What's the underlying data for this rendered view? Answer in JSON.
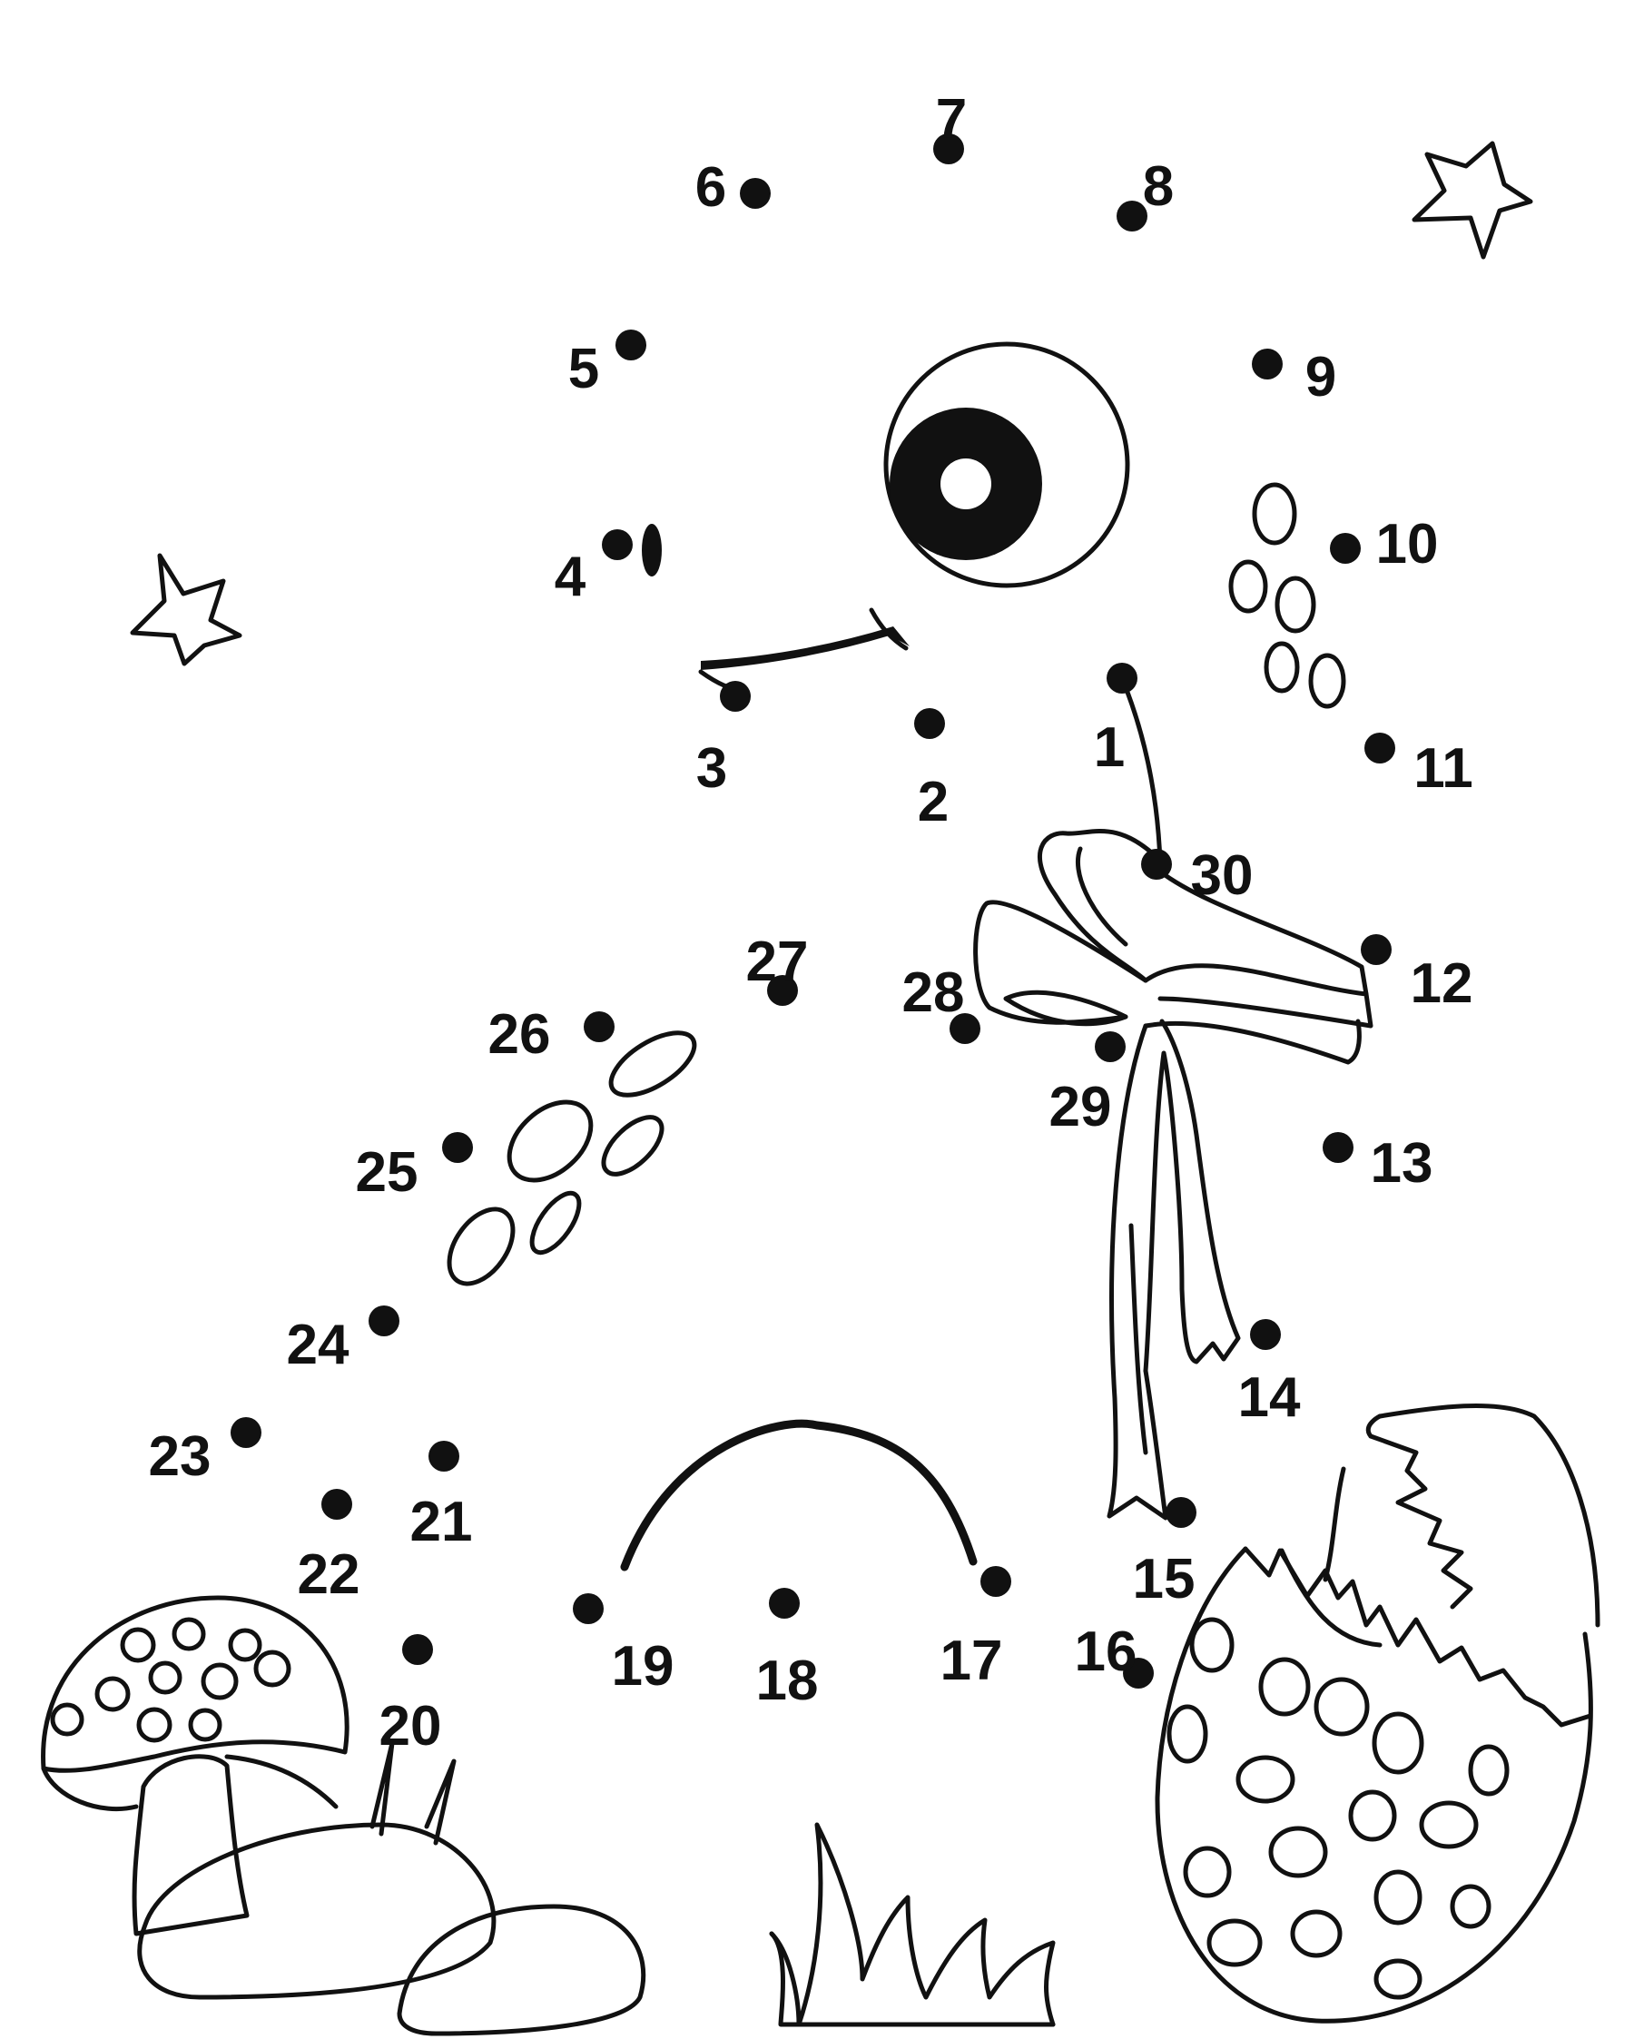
{
  "puzzle": {
    "type": "connect-the-dots",
    "ink_color": "#111111",
    "paper_color": "#ffffff",
    "dot_count": 30,
    "dots": [
      {
        "n": "1"
      },
      {
        "n": "2"
      },
      {
        "n": "3"
      },
      {
        "n": "4"
      },
      {
        "n": "5"
      },
      {
        "n": "6"
      },
      {
        "n": "7"
      },
      {
        "n": "8"
      },
      {
        "n": "9"
      },
      {
        "n": "10"
      },
      {
        "n": "11"
      },
      {
        "n": "12"
      },
      {
        "n": "13"
      },
      {
        "n": "14"
      },
      {
        "n": "15"
      },
      {
        "n": "16"
      },
      {
        "n": "17"
      },
      {
        "n": "18"
      },
      {
        "n": "19"
      },
      {
        "n": "20"
      },
      {
        "n": "21"
      },
      {
        "n": "22"
      },
      {
        "n": "23"
      },
      {
        "n": "24"
      },
      {
        "n": "25"
      },
      {
        "n": "26"
      },
      {
        "n": "27"
      },
      {
        "n": "28"
      },
      {
        "n": "29"
      },
      {
        "n": "30"
      }
    ]
  },
  "icons": {
    "stars": "star-icon",
    "eye": "eye-icon",
    "bow": "ribbon-bow-icon",
    "egg": "cracked-egg-icon",
    "mushroom": "mushroom-icon",
    "rocks": "rocks-icon",
    "grass": "grass-icon"
  }
}
